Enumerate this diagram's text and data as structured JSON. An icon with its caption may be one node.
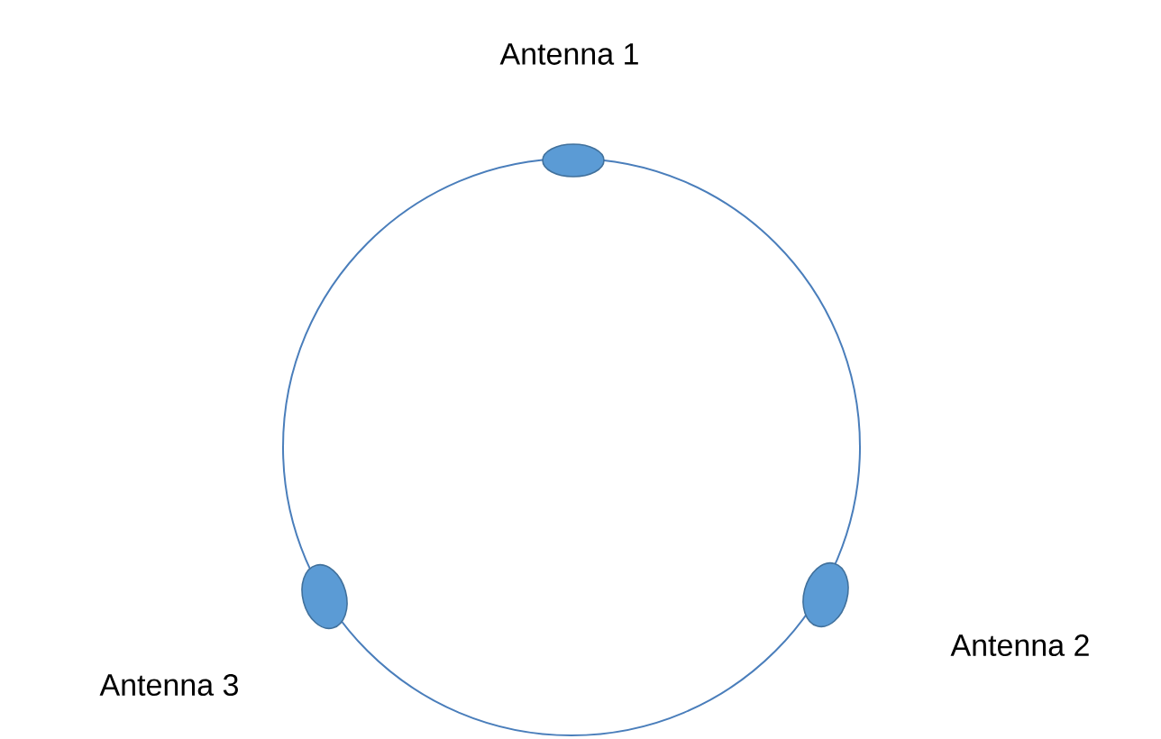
{
  "diagram": {
    "nodes": [
      {
        "text": [
          "Antenna 1"
        ]
      },
      {
        "text": [
          "Antenna 2"
        ]
      },
      {
        "text": [
          "Antenna 3"
        ]
      }
    ]
  }
}
